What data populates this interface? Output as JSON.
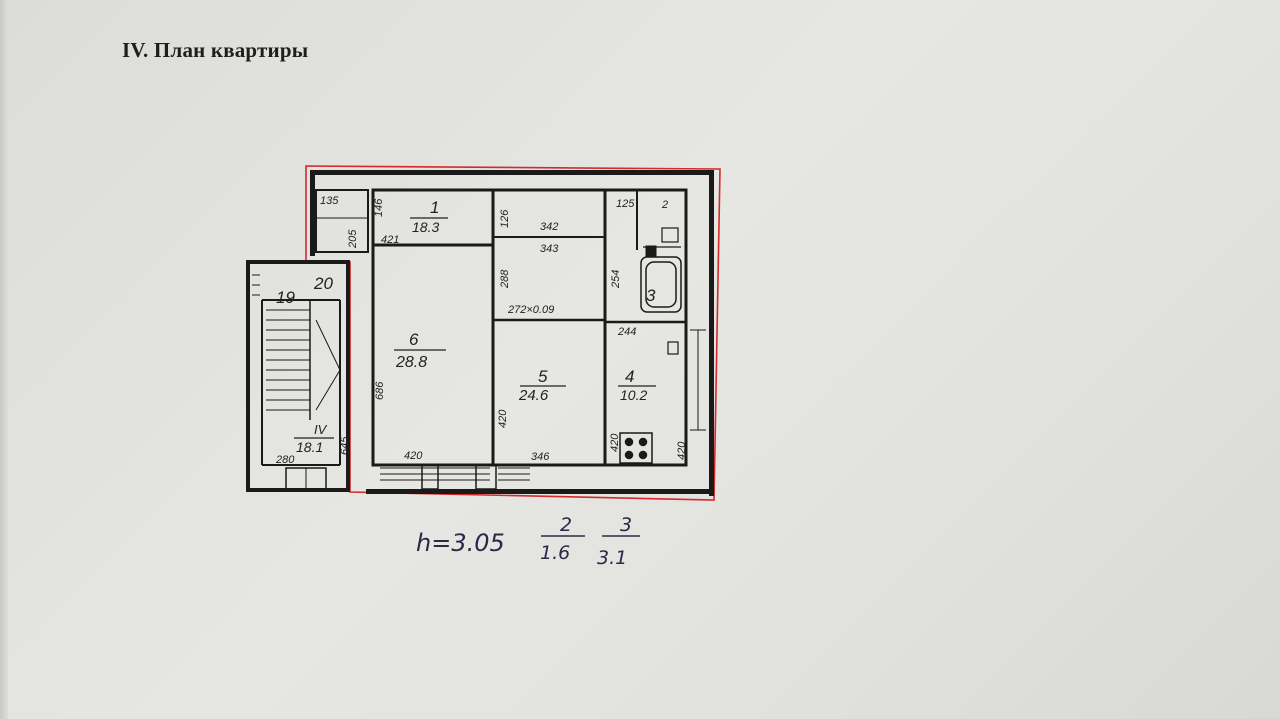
{
  "heading": "IV. План квартиры",
  "rooms": {
    "r1": {
      "num": "1",
      "area": "18.3"
    },
    "r3": {
      "num": "3"
    },
    "r4": {
      "num": "4",
      "area": "10.2"
    },
    "r5": {
      "num": "5",
      "area": "24.6"
    },
    "r6": {
      "num": "6",
      "area": "28.8"
    },
    "r19": {
      "num": "19"
    },
    "r20": {
      "num": "20"
    },
    "stair": {
      "num": "IV",
      "area": "18.1"
    }
  },
  "dims": {
    "d135": "135",
    "d146": "146",
    "d205": "205",
    "d421": "421",
    "d126": "126",
    "d342": "342",
    "d343": "343",
    "d125": "125",
    "d2": "2",
    "d288": "288",
    "d254": "254",
    "d272": "272×0.09",
    "d244": "244",
    "d686": "686",
    "d420a": "420",
    "d420b": "420",
    "d420c": "420",
    "d420d": "420",
    "d346": "346",
    "d645": "645",
    "d280": "280"
  },
  "footer": {
    "height": "h=3.05",
    "f2_num": "2",
    "f2_den": "1.6",
    "f3_num": "3",
    "f3_den": "3.1"
  },
  "colors": {
    "outline": "#d42a2a",
    "wall": "#1a1a1a"
  }
}
